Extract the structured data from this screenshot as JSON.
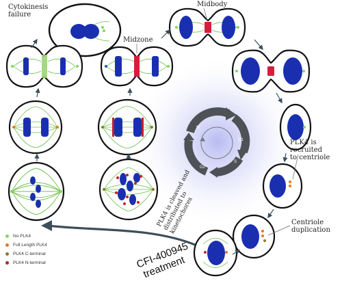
{
  "labels": {
    "cytokinesis": "Cytokinesis\nfailure",
    "midbody": "Midbody",
    "midzone": "Midzone",
    "recruited": "PLK4 is recruited\nto centriole",
    "duplication": "Centriole\nduplication",
    "cleaved": "PLK4 is cleaved and\ndistributed to\nkinetochores",
    "treatment": "CFI-400945\ntreatment"
  },
  "cycle": {
    "m": "M",
    "g1": "G1",
    "s": "S",
    "g2": "G2"
  },
  "legend": [
    {
      "label": "No PLK4",
      "color": "#7ed957"
    },
    {
      "label": "Full Length PLK4",
      "color": "#e8761a"
    },
    {
      "label": "PLK4 C-terminal",
      "color": "#8a7a33"
    },
    {
      "label": "PLK4 N-terminal",
      "color": "#c0202e"
    }
  ],
  "colors": {
    "nucleus": "#1a2fb0",
    "spindle": "#6cc04a",
    "midbody": "#d91c3c",
    "arrow": "#3d4f5a",
    "cycle_ring": "#4e5256"
  }
}
